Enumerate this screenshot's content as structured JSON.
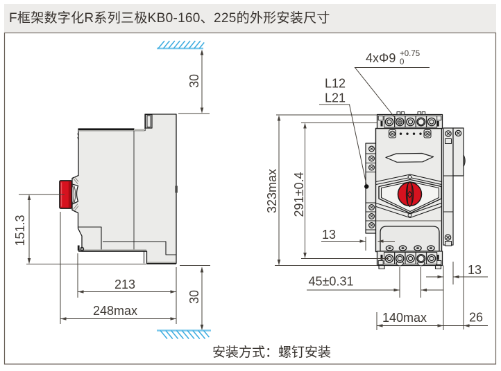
{
  "title": "F框架数字化R系列三极KB0-160、225的外形安装尺寸",
  "caption": "安装方式：螺钉安装",
  "labels": {
    "hole_spec_main": "4xΦ9",
    "hole_spec_tol_upper": "+0.75",
    "hole_spec_tol_lower": "0",
    "wire_mark_1": "L12",
    "wire_mark_2": "L21"
  },
  "dimensions": {
    "top_clearance": "30",
    "bottom_clearance": "30",
    "handle_center_height": "151.3",
    "body_depth": "213",
    "total_depth_max": "248max",
    "total_height_max": "323max",
    "mounting_hole_vertical_pitch": "291±0.4",
    "left_strip_offset": "13",
    "mounting_hole_horizontal_pitch": "45±0.31",
    "body_width_max": "140max",
    "side_accessory_width": "13",
    "side_accessory_total_width": "26"
  },
  "colors": {
    "handle_red": "#d6121f",
    "hatch_blue": "#3aabdf",
    "body_gray": "#ebebe9",
    "line_dark": "#45403a",
    "titlebar_bg": "#edecea"
  }
}
